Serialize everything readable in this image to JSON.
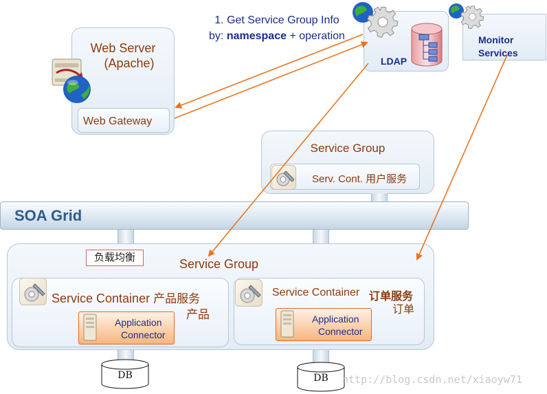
{
  "query_note": {
    "line1": "1. Get  Service Group Info",
    "by_prefix": "by: ",
    "by_bold": "namespace",
    "by_suffix": " + operation"
  },
  "web_server": {
    "title_line1": "Web Server",
    "title_line2": "(Apache)",
    "gateway": "Web Gateway"
  },
  "ldap": {
    "label": "LDAP"
  },
  "monitor": {
    "line1": "Monitor",
    "line2": "Services"
  },
  "service_group_top": {
    "title": "Service Group",
    "container": "Serv. Cont. 用户服务"
  },
  "soa_grid": {
    "label": "SOA Grid"
  },
  "load_balance": {
    "label": "负载均衡"
  },
  "service_group_main": {
    "title": "Service Group",
    "left_container": {
      "title": "Service  Container",
      "cn_line1": "产品服务",
      "cn_line2": "产品",
      "connector_line1": "Application",
      "connector_line2": "Connector"
    },
    "right_container": {
      "title": "Service Container",
      "cn_line1": "订单服务",
      "cn_line2": "订单",
      "connector_line1": "Application",
      "connector_line2": "Connector"
    }
  },
  "databases": [
    {
      "label": "DB"
    },
    {
      "label": "DB"
    }
  ],
  "watermark": "http://blog.csdn.net/xiaoyw71",
  "colors": {
    "arrow": "#e8761f",
    "title_brown": "#8b3a0e",
    "navy": "#1a2d8a",
    "grid_text": "#2f5b8a"
  }
}
